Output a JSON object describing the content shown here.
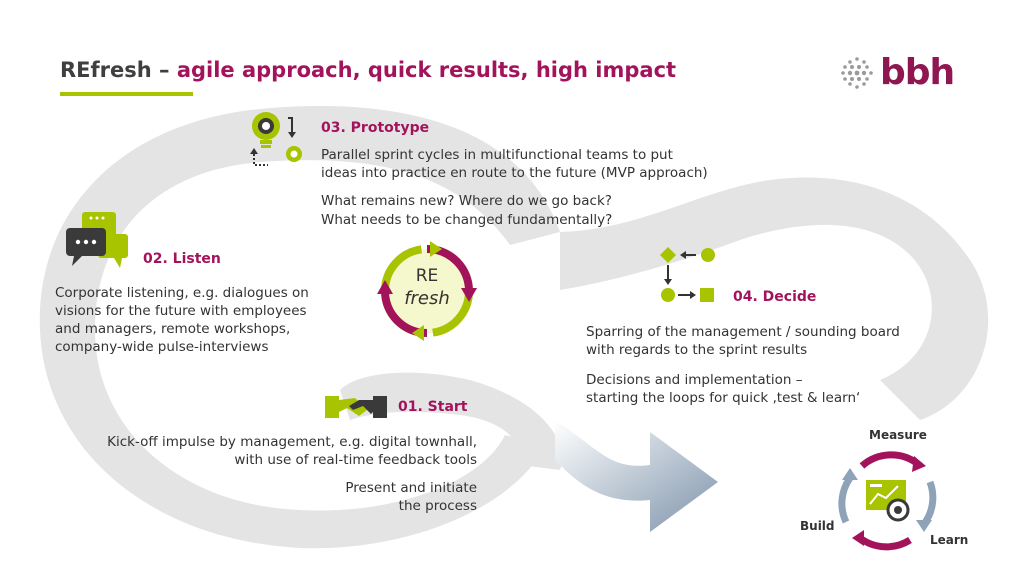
{
  "header": {
    "title_prefix": "REfresh – ",
    "title_rest": "agile approach, quick results, high impact",
    "logo_text": "bbh"
  },
  "center_badge": {
    "line1": "RE",
    "line2": "fresh"
  },
  "steps": {
    "prototype": {
      "title": "03. Prototype",
      "line1": "Parallel sprint cycles in multifunctional teams to put",
      "line2": "ideas into practice en route to the future (MVP approach)",
      "line3": "What remains new? Where do we go back?",
      "line4": "What needs to be changed fundamentally?"
    },
    "listen": {
      "title": "02. Listen",
      "line1": "Corporate listening, e.g. dialogues on",
      "line2": "visions for the future with employees",
      "line3": "and managers, remote workshops,",
      "line4": "company-wide pulse-interviews"
    },
    "start": {
      "title": "01. Start",
      "line1": "Kick-off impulse by management, e.g. digital townhall,",
      "line2": "with use of real-time feedback tools",
      "line3": "Present and initiate",
      "line4": "the process"
    },
    "decide": {
      "title": "04. Decide",
      "line1": "Sparring of the management  / sounding board",
      "line2": "with regards to the sprint results",
      "line3": "Decisions and implementation –",
      "line4": "starting the loops for quick ‚test & learn‘"
    }
  },
  "loop": {
    "measure": "Measure",
    "build": "Build",
    "learn": "Learn"
  },
  "colors": {
    "accent_purple": "#a3135c",
    "accent_green": "#a8c400",
    "dark_purple": "#8e1651",
    "path_grey": "#e4e4e4",
    "arrow_blue": "#8ea3b8"
  }
}
